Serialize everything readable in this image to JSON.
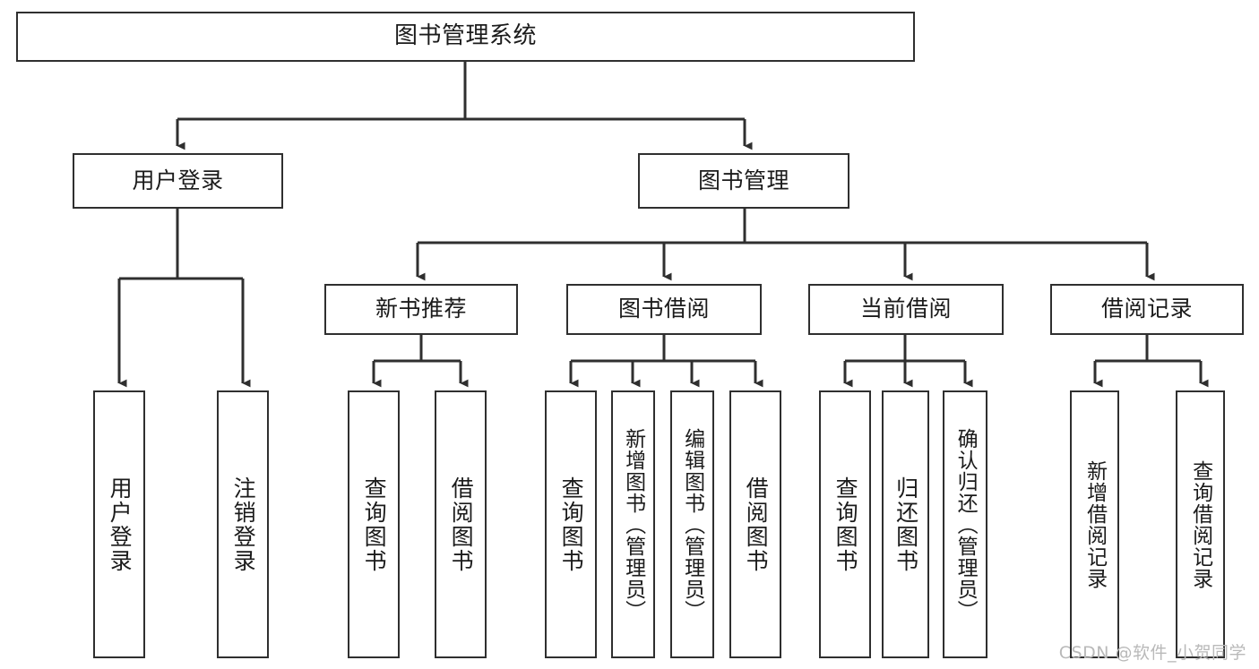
{
  "diagram": {
    "title": "图书管理系统",
    "type": "tree-hierarchy",
    "colors": {
      "box_border": "#2f2f2f",
      "box_fill": "#ffffff",
      "connector": "#2f2f2f",
      "background": "#ffffff",
      "watermark": "#b9b9b9"
    },
    "nodes": {
      "root": {
        "label": "图书管理系统"
      },
      "level2": [
        {
          "label": "用户登录"
        },
        {
          "label": "图书管理"
        }
      ],
      "level3": [
        {
          "label": "新书推荐"
        },
        {
          "label": "图书借阅"
        },
        {
          "label": "当前借阅"
        },
        {
          "label": "借阅记录"
        }
      ],
      "leaves": {
        "user_login": [
          {
            "label": "用户登录"
          },
          {
            "label": "注销登录"
          }
        ],
        "new_book_recommend": [
          {
            "label": "查询图书"
          },
          {
            "label": "借阅图书"
          }
        ],
        "book_borrow": [
          {
            "label": "查询图书"
          },
          {
            "label": "新增图书（管理员）"
          },
          {
            "label": "编辑图书（管理员）"
          },
          {
            "label": "借阅图书"
          }
        ],
        "current_borrow": [
          {
            "label": "查询图书"
          },
          {
            "label": "归还图书"
          },
          {
            "label": "确认归还（管理员）"
          }
        ],
        "borrow_record": [
          {
            "label": "新增借阅记录"
          },
          {
            "label": "查询借阅记录"
          }
        ]
      }
    },
    "watermark": "CSDN @软件_小贺同学"
  }
}
